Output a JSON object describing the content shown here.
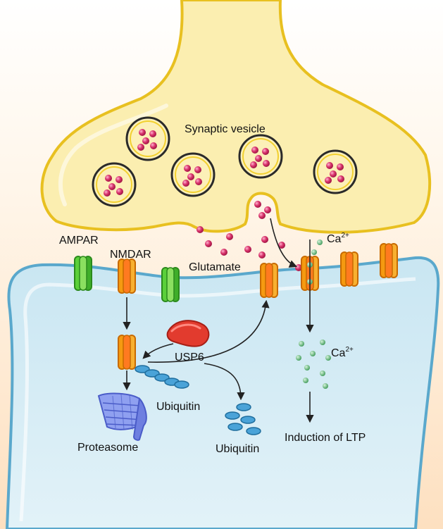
{
  "labels": {
    "synaptic_vesicle": "Synaptic vesicle",
    "ampar": "AMPAR",
    "nmdar": "NMDAR",
    "glutamate": "Glutamate",
    "ca_base": "Ca",
    "ca_sup": "2+",
    "usp6": "USP6",
    "ubiquitin": "Ubiquitin",
    "proteasome": "Proteasome",
    "induction_ltp": "Induction of LTP"
  },
  "colors": {
    "presynaptic_fill": "#fbeeb0",
    "presynaptic_stroke": "#e8c020",
    "postsynaptic_fill": "#d6ecf4",
    "postsynaptic_stroke": "#5aa8cc",
    "background_top": "#ffffff",
    "background_bottom": "#fde0c0",
    "glutamate": "#c8245a",
    "nmdar": "#f59a10",
    "ampar": "#4fbf2c",
    "calcium": "#58b070",
    "usp6": "#e23b2e",
    "ubiquitin": "#4aa3d8",
    "proteasome": "#6e7fe0"
  },
  "icons": [
    "nmdar-receptor-icon",
    "ampar-receptor-icon",
    "usp6-enzyme-icon",
    "ubiquitin-chain-icon",
    "proteasome-icon",
    "calcium-ion-icon",
    "glutamate-molecule-icon"
  ]
}
